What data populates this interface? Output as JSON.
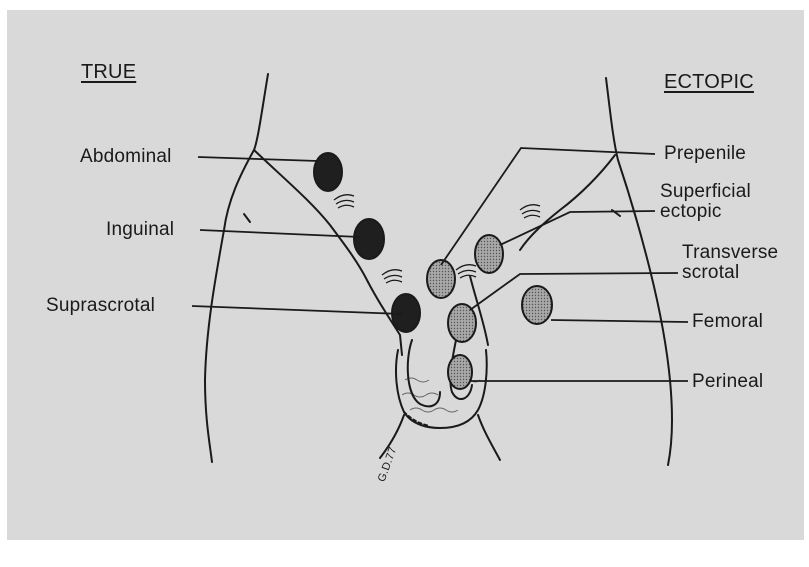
{
  "headings": {
    "true": "TRUE",
    "ectopic": "ECTOPIC"
  },
  "labels": {
    "abdominal": "Abdominal",
    "inguinal": "Inguinal",
    "suprascrotal": "Suprascrotal",
    "prepenile": "Prepenile",
    "superficial_ectopic_1": "Superficial",
    "superficial_ectopic_2": "ectopic",
    "transverse_scrotal_1": "Transverse",
    "transverse_scrotal_2": "scrotal",
    "femoral": "Femoral",
    "perineal": "Perineal"
  },
  "signature": "G.D.77",
  "colors": {
    "paper": "#d9d9d9",
    "true_testis_fill": "#1f1f1f",
    "ectopic_testis_fill": "#9a9a9a",
    "line": "#1a1a1a"
  }
}
